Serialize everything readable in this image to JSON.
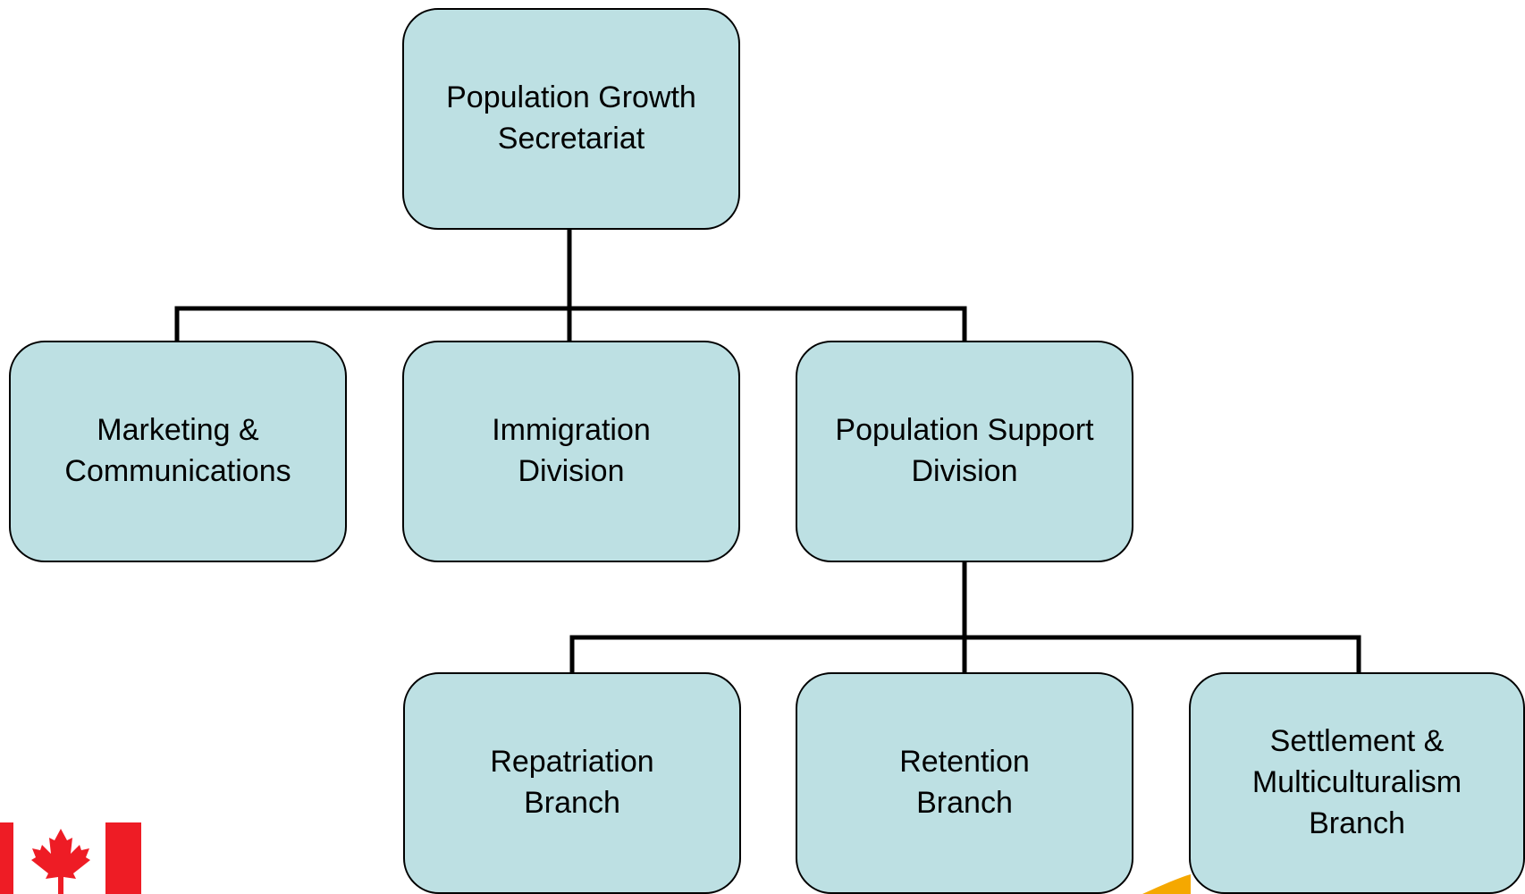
{
  "org_chart": {
    "root": {
      "lines": [
        "Population Growth",
        "Secretariat"
      ]
    },
    "level2": [
      {
        "id": "marketing",
        "lines": [
          "Marketing &",
          "Communications"
        ]
      },
      {
        "id": "immigration",
        "lines": [
          "Immigration",
          "Division"
        ]
      },
      {
        "id": "population-support",
        "lines": [
          "Population Support",
          "Division"
        ]
      }
    ],
    "level3": [
      {
        "id": "repatriation",
        "lines": [
          "Repatriation",
          "Branch"
        ]
      },
      {
        "id": "retention",
        "lines": [
          "Retention",
          "Branch"
        ]
      },
      {
        "id": "settlement",
        "lines": [
          "Settlement &",
          "Multiculturalism",
          "Branch"
        ]
      }
    ]
  },
  "colors": {
    "node_fill": "#bde0e3",
    "node_border": "#000000",
    "connector": "#000000",
    "flag_red": "#ee1c25",
    "accent_yellow": "#f5a800"
  },
  "decorations": {
    "flag_icon": "canadian-flag-icon",
    "swoosh_icon": "yellow-swoosh-decoration"
  }
}
